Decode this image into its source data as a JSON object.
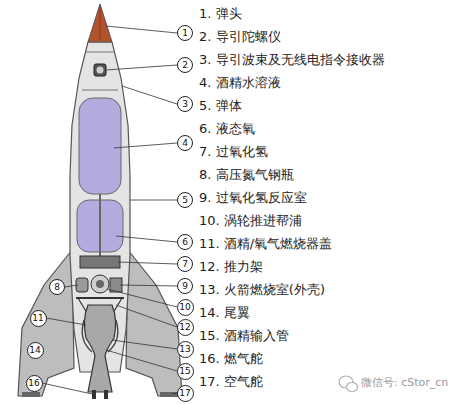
{
  "diagram": {
    "nodes": [
      {
        "text": [
          "1"
        ]
      },
      {
        "text": [
          "2"
        ]
      },
      {
        "text": [
          "3"
        ]
      },
      {
        "text": [
          "4"
        ]
      },
      {
        "text": [
          "5"
        ]
      },
      {
        "text": [
          "6"
        ]
      },
      {
        "text": [
          "7"
        ]
      },
      {
        "text": [
          "8"
        ]
      },
      {
        "text": [
          "9"
        ]
      },
      {
        "text": [
          "10"
        ]
      },
      {
        "text": [
          "11"
        ]
      },
      {
        "text": [
          "12"
        ]
      },
      {
        "text": [
          "13"
        ]
      },
      {
        "text": [
          "14"
        ]
      },
      {
        "text": [
          "15"
        ]
      },
      {
        "text": [
          "16"
        ]
      },
      {
        "text": [
          "17"
        ]
      }
    ],
    "labels": [
      "1. 弹头",
      "2. 导引陀螺仪",
      "3. 导引波束及无线电指令接收器",
      "4. 酒精水溶液",
      "5. 弹体",
      "6. 液态氧",
      "7. 过氧化氢",
      "8. 高压氮气钢瓶",
      "9. 过氧化氢反应室",
      "10. 涡轮推进帮浦",
      "11. 酒精/氧气燃烧器盖",
      "12. 推力架",
      "13. 火箭燃烧室(外壳)",
      "14. 尾翼",
      "15. 酒精输入管",
      "16. 燃气舵",
      "17. 空气舵",
      "微信号: cStor_cn"
    ]
  }
}
